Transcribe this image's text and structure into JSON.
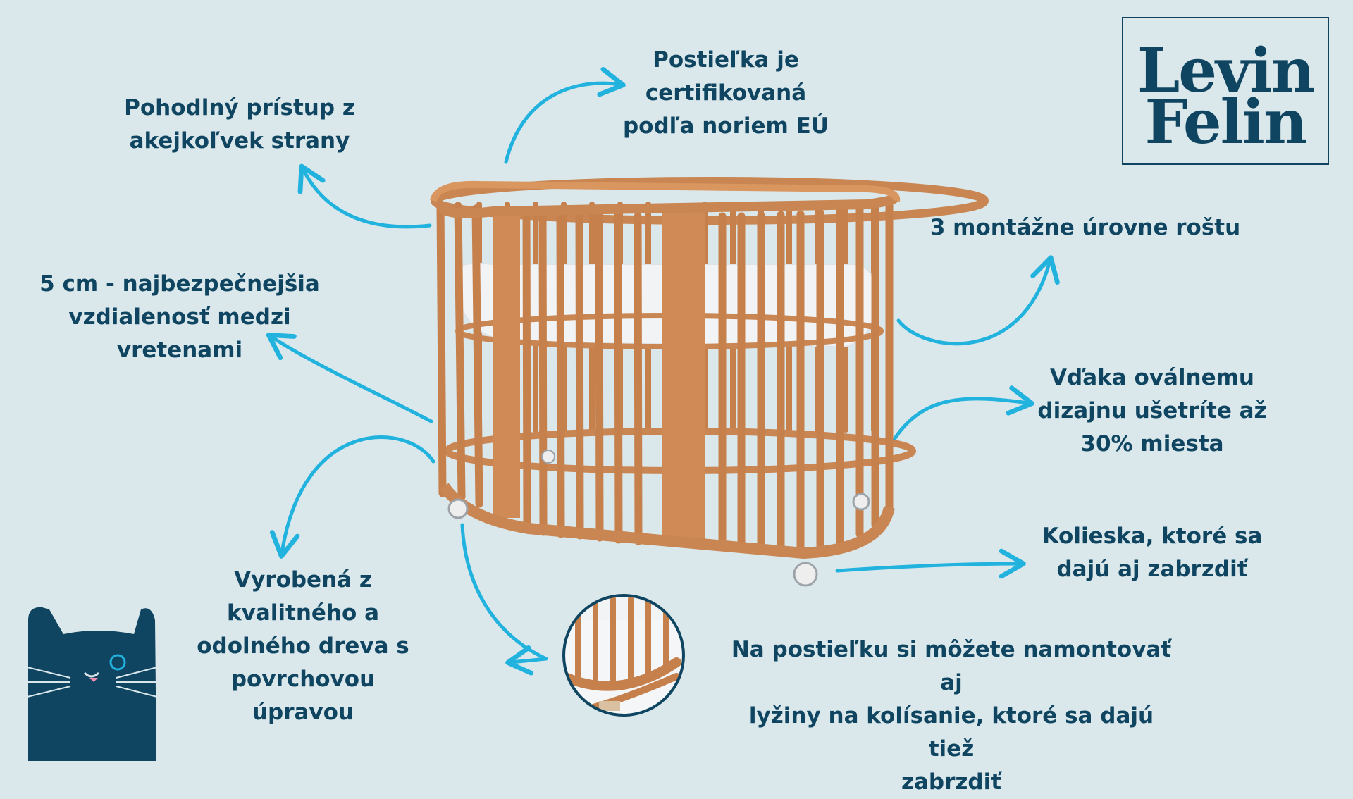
{
  "features": {
    "access": "Pohodlný prístup z\nakejkoľvek strany",
    "certified": "Postieľka je\ncertifikovaná\npodľa noriem EÚ",
    "levels": "3 montážne úrovne roštu",
    "gap": "5 cm - najbezpečnejšia\nvzdialenosť medzi\nvretenami",
    "oval": "Vďaka oválnemu\ndizajnu ušetríte až\n30% miesta",
    "wheels": "Kolieska, ktoré sa\ndajú aj zabrzdiť",
    "wood": "Vyrobená z\nkvalitného a\nodolného dreva s\npovrchovou\núpravou",
    "rockers": "Na postieľku si môžete namontovať aj\nlyžiny na kolísanie, ktoré sa dajú tiež\nzabrzdiť"
  },
  "logo": {
    "line1": "Levin",
    "line2": "Felin"
  },
  "colors": {
    "background": "#dae8ec",
    "text": "#0f4560",
    "arrow": "#22b2de",
    "wood": "#cf8a55",
    "mattress": "#f1f3f5",
    "cat": "#0f4560"
  },
  "icons": [
    "crib-image",
    "rocker-detail-image",
    "cat-mascot-icon",
    "arrow-icon"
  ]
}
